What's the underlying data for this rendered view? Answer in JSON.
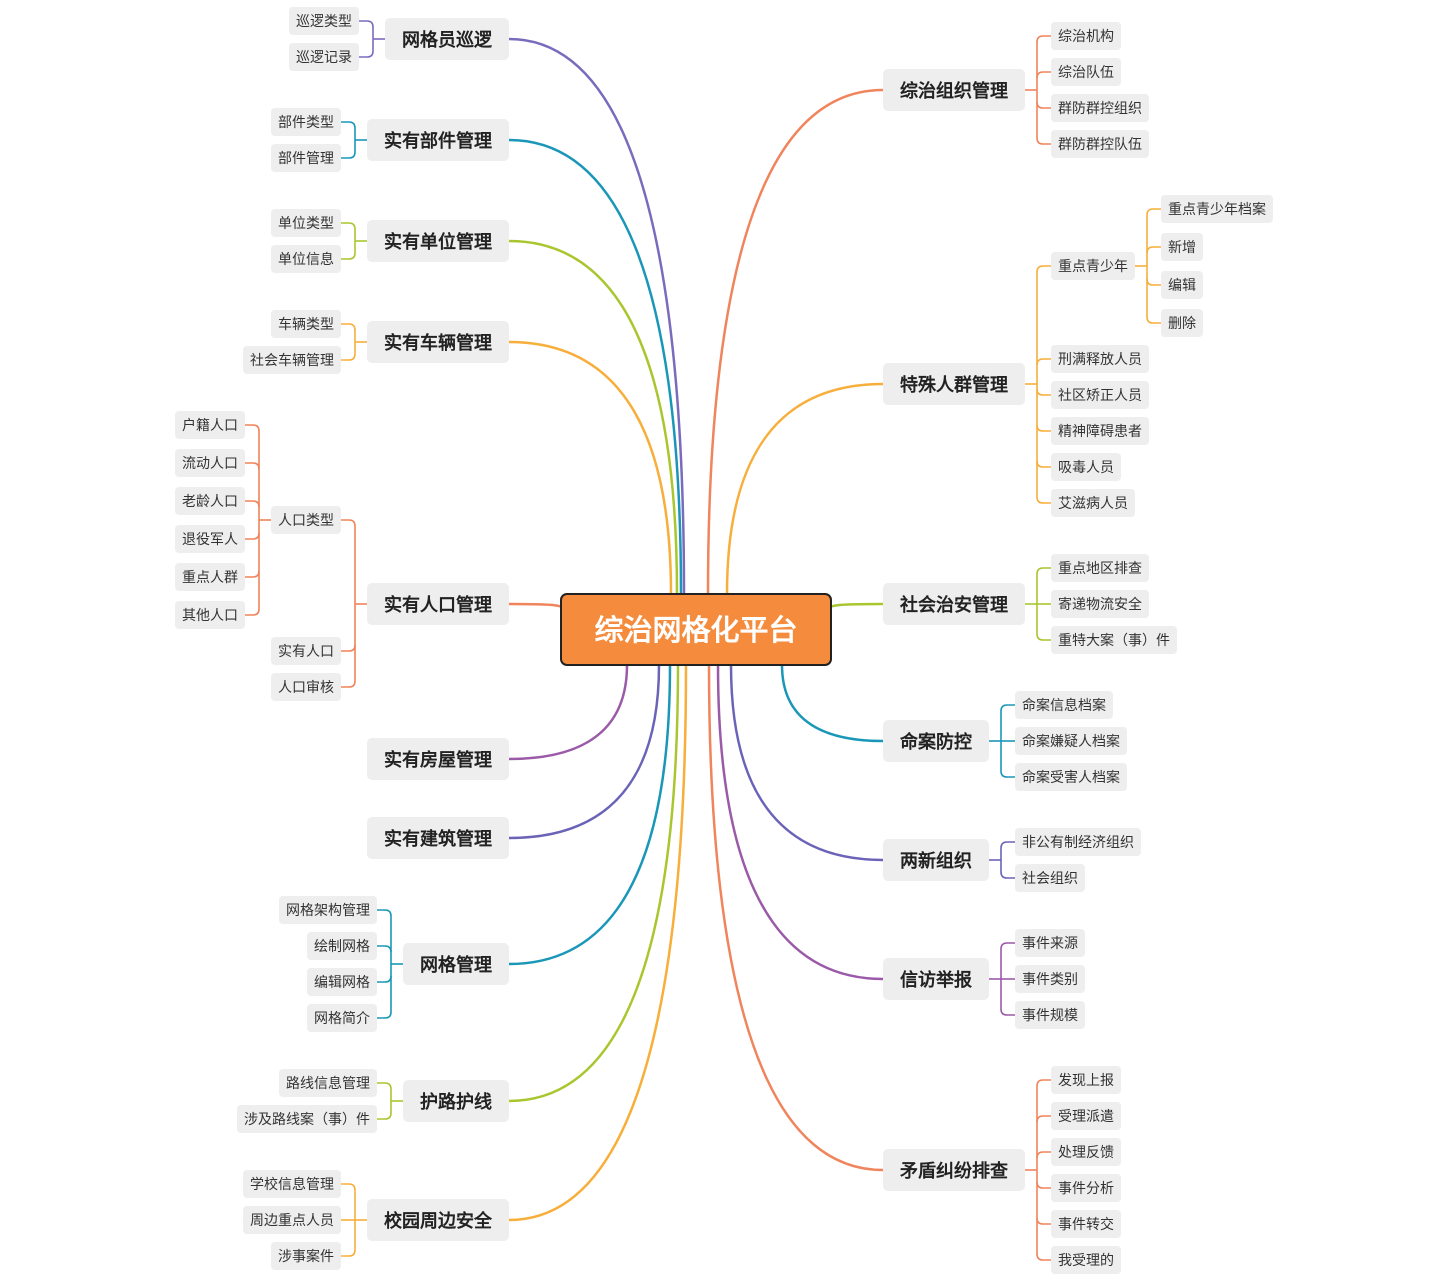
{
  "root": {
    "label": "综治网格化平台",
    "color": "#f58b3c"
  },
  "branches": [
    {
      "id": "wgyxl",
      "label": "网格员巡逻",
      "side": "left",
      "color": "#7b6bbd",
      "children": [
        {
          "label": "巡逻类型"
        },
        {
          "label": "巡逻记录"
        }
      ]
    },
    {
      "id": "sybj",
      "label": "实有部件管理",
      "side": "left",
      "color": "#1a97b8",
      "children": [
        {
          "label": "部件类型"
        },
        {
          "label": "部件管理"
        }
      ]
    },
    {
      "id": "sydw",
      "label": "实有单位管理",
      "side": "left",
      "color": "#a9c62f",
      "children": [
        {
          "label": "单位类型"
        },
        {
          "label": "单位信息"
        }
      ]
    },
    {
      "id": "sycl",
      "label": "实有车辆管理",
      "side": "left",
      "color": "#f7ae3a",
      "children": [
        {
          "label": "车辆类型"
        },
        {
          "label": "社会车辆管理"
        }
      ]
    },
    {
      "id": "syrk",
      "label": "实有人口管理",
      "side": "left",
      "color": "#f0845c",
      "children": [
        {
          "label": "人口类型",
          "children": [
            {
              "label": "户籍人口"
            },
            {
              "label": "流动人口"
            },
            {
              "label": "老龄人口"
            },
            {
              "label": "退役军人"
            },
            {
              "label": "重点人群"
            },
            {
              "label": "其他人口"
            }
          ]
        },
        {
          "label": "实有人口"
        },
        {
          "label": "人口审核"
        }
      ]
    },
    {
      "id": "syfw",
      "label": "实有房屋管理",
      "side": "left",
      "color": "#9b5aa8",
      "children": []
    },
    {
      "id": "syjz",
      "label": "实有建筑管理",
      "side": "left",
      "color": "#6a63b8",
      "children": []
    },
    {
      "id": "wggl",
      "label": "网格管理",
      "side": "left",
      "color": "#1a97b8",
      "children": [
        {
          "label": "网格架构管理"
        },
        {
          "label": "绘制网格"
        },
        {
          "label": "编辑网格"
        },
        {
          "label": "网格简介"
        }
      ]
    },
    {
      "id": "hlhx",
      "label": "护路护线",
      "side": "left",
      "color": "#a9c62f",
      "children": [
        {
          "label": "路线信息管理"
        },
        {
          "label": "涉及路线案（事）件"
        }
      ]
    },
    {
      "id": "xyzb",
      "label": "校园周边安全",
      "side": "left",
      "color": "#f7ae3a",
      "children": [
        {
          "label": "学校信息管理"
        },
        {
          "label": "周边重点人员"
        },
        {
          "label": "涉事案件"
        }
      ]
    },
    {
      "id": "zzzz",
      "label": "综治组织管理",
      "side": "right",
      "color": "#f0845c",
      "children": [
        {
          "label": "综治机构"
        },
        {
          "label": "综治队伍"
        },
        {
          "label": "群防群控组织"
        },
        {
          "label": "群防群控队伍"
        }
      ]
    },
    {
      "id": "tsrq",
      "label": "特殊人群管理",
      "side": "right",
      "color": "#f7ae3a",
      "children": [
        {
          "label": "重点青少年",
          "children": [
            {
              "label": "重点青少年档案"
            },
            {
              "label": "新增"
            },
            {
              "label": "编辑"
            },
            {
              "label": "删除"
            }
          ]
        },
        {
          "label": "刑满释放人员"
        },
        {
          "label": "社区矫正人员"
        },
        {
          "label": "精神障碍患者"
        },
        {
          "label": "吸毒人员"
        },
        {
          "label": "艾滋病人员"
        }
      ]
    },
    {
      "id": "shza",
      "label": "社会治安管理",
      "side": "right",
      "color": "#a9c62f",
      "children": [
        {
          "label": "重点地区排查"
        },
        {
          "label": "寄递物流安全"
        },
        {
          "label": "重特大案（事）件"
        }
      ]
    },
    {
      "id": "mafk",
      "label": "命案防控",
      "side": "right",
      "color": "#1a97b8",
      "children": [
        {
          "label": "命案信息档案"
        },
        {
          "label": "命案嫌疑人档案"
        },
        {
          "label": "命案受害人档案"
        }
      ]
    },
    {
      "id": "lxzz",
      "label": "两新组织",
      "side": "right",
      "color": "#6a63b8",
      "children": [
        {
          "label": "非公有制经济组织"
        },
        {
          "label": "社会组织"
        }
      ]
    },
    {
      "id": "xfjb",
      "label": "信访举报",
      "side": "right",
      "color": "#9b5aa8",
      "children": [
        {
          "label": "事件来源"
        },
        {
          "label": "事件类别"
        },
        {
          "label": "事件规模"
        }
      ]
    },
    {
      "id": "mdjf",
      "label": "矛盾纠纷排查",
      "side": "right",
      "color": "#f0845c",
      "children": [
        {
          "label": "发现上报"
        },
        {
          "label": "受理派遣"
        },
        {
          "label": "处理反馈"
        },
        {
          "label": "事件分析"
        },
        {
          "label": "事件转交"
        },
        {
          "label": "我受理的"
        }
      ]
    }
  ]
}
